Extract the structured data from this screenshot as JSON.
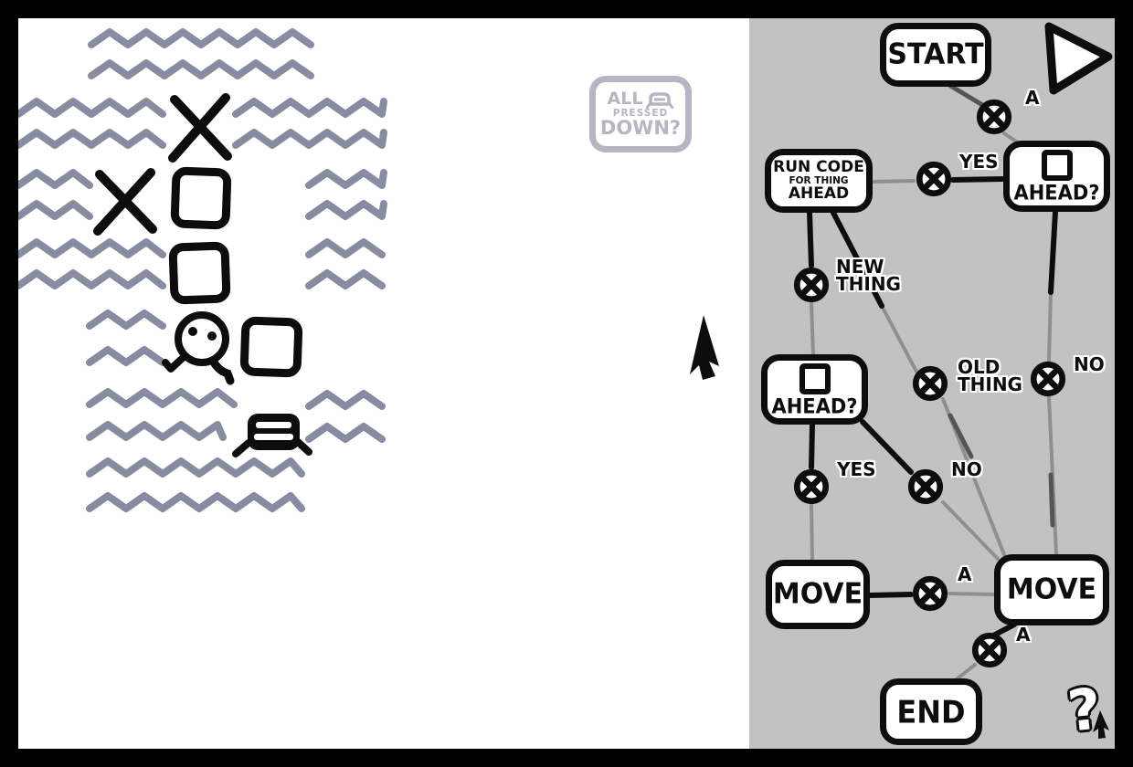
{
  "theme": {
    "frame": "#000000",
    "left-bg": "#ffffff",
    "panel-bg": "#c2c2c2",
    "wave": "#878ca0",
    "ink": "#0d0d0d",
    "stamp": "#b5b5c3",
    "edge-gray": "#8f8f8f",
    "edge-dark": "#555555"
  },
  "objective_stamp": {
    "word1": "ALL",
    "icon": "pressure-plate",
    "word2": "PRESSED",
    "word3": "DOWN?"
  },
  "flowchart": {
    "start_label": "START",
    "run_code": {
      "l1": "RUN CODE",
      "l2": "FOR THING",
      "l3": "AHEAD"
    },
    "ahead_top_label": "AHEAD?",
    "ahead_left_label": "AHEAD?",
    "move_left_label": "MOVE",
    "move_right_label": "MOVE",
    "end_label": "END",
    "help_label": "?",
    "ports": {
      "start_a": "A",
      "yes_top": "YES",
      "new_thing": "NEW THING",
      "old_thing": "OLD THING",
      "no_right": "NO",
      "yes_left": "YES",
      "no_mid": "NO",
      "move_a": "A",
      "end_a": "A"
    }
  }
}
